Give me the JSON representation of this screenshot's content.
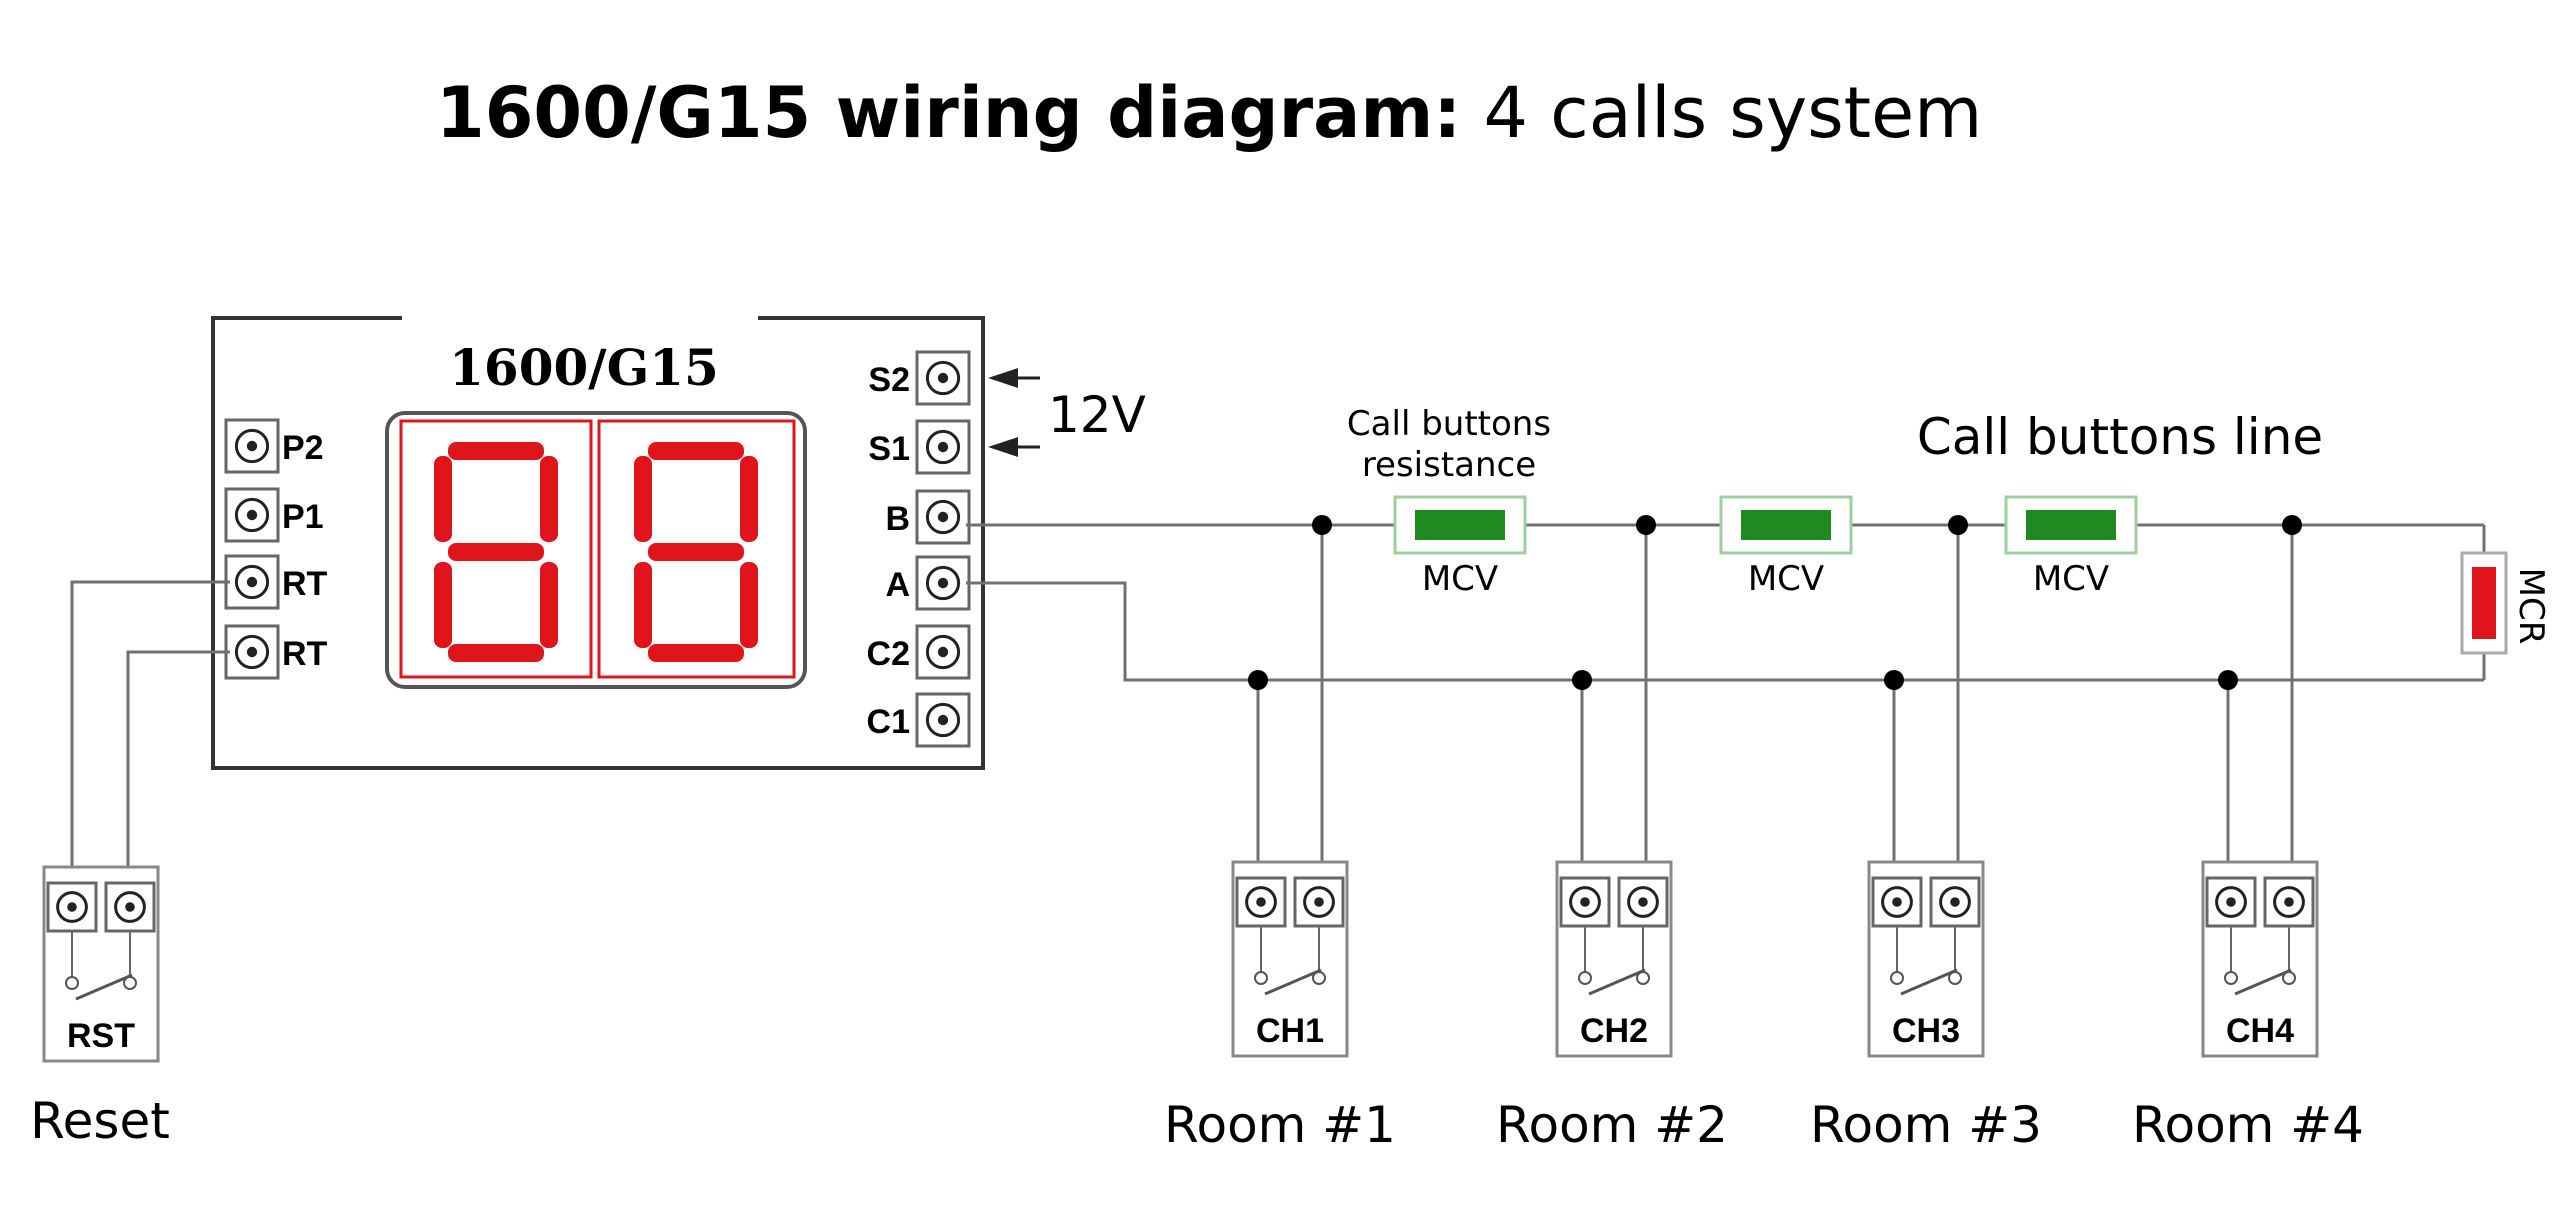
{
  "title": {
    "bold": "1600/G15 wiring diagram:",
    "normal": " 4 calls system"
  },
  "device": {
    "name": "1600/G15",
    "left_terminals": [
      "P2",
      "P1",
      "RT",
      "RT"
    ],
    "right_terminals": [
      "S2",
      "S1",
      "B",
      "A",
      "C2",
      "C1"
    ],
    "display_color": "#e0141b",
    "power_label": "12V"
  },
  "resistance_label": {
    "line1": "Call buttons",
    "line2": "resistance"
  },
  "line_label": "Call buttons line",
  "resistors": {
    "label": "MCV",
    "color": "#1f8a1f"
  },
  "end_resistor": {
    "label": "MCR",
    "color": "#e0141b"
  },
  "reset": {
    "module": "RST",
    "caption": "Reset"
  },
  "rooms": [
    {
      "module": "CH1",
      "caption": "Room #1"
    },
    {
      "module": "CH2",
      "caption": "Room #2"
    },
    {
      "module": "CH3",
      "caption": "Room #3"
    },
    {
      "module": "CH4",
      "caption": "Room #4"
    }
  ]
}
